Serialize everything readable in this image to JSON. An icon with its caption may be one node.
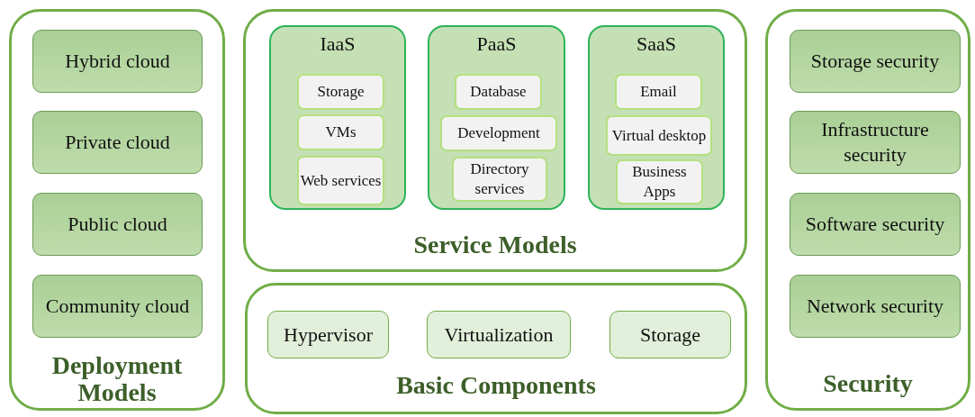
{
  "diagram": {
    "nodes": [
      {
        "text": [
          "Deployment Models"
        ]
      },
      {
        "text": [
          "Hybrid cloud"
        ],
        "in": 0
      },
      {
        "text": [
          "Private cloud"
        ],
        "in": 0
      },
      {
        "text": [
          "Public cloud"
        ],
        "in": 0
      },
      {
        "text": [
          "Community cloud"
        ],
        "in": 0
      },
      {
        "text": [
          "Service Models"
        ]
      },
      {
        "text": [
          "IaaS"
        ],
        "in": 5
      },
      {
        "text": [
          "Storage"
        ],
        "in": 6
      },
      {
        "text": [
          "VMs"
        ],
        "in": 6
      },
      {
        "text": [
          "Web services"
        ],
        "in": 6
      },
      {
        "text": [
          "PaaS"
        ],
        "in": 5
      },
      {
        "text": [
          "Database"
        ],
        "in": 10
      },
      {
        "text": [
          "Development"
        ],
        "in": 10
      },
      {
        "text": [
          "Directory services"
        ],
        "in": 10
      },
      {
        "text": [
          "SaaS"
        ],
        "in": 5
      },
      {
        "text": [
          "Email"
        ],
        "in": 14
      },
      {
        "text": [
          "Virtual desktop"
        ],
        "in": 14
      },
      {
        "text": [
          "Business Apps"
        ],
        "in": 14
      },
      {
        "text": [
          "Basic Components"
        ]
      },
      {
        "text": [
          "Hypervisor"
        ],
        "in": 18
      },
      {
        "text": [
          "Virtualization"
        ],
        "in": 18
      },
      {
        "text": [
          "Storage"
        ],
        "in": 18
      },
      {
        "text": [
          "Security"
        ]
      },
      {
        "text": [
          "Storage security"
        ],
        "in": 22
      },
      {
        "text": [
          "Infrastructure security"
        ],
        "in": 22
      },
      {
        "text": [
          "Software security"
        ],
        "in": 22
      },
      {
        "text": [
          "Network security"
        ],
        "in": 22
      }
    ]
  }
}
